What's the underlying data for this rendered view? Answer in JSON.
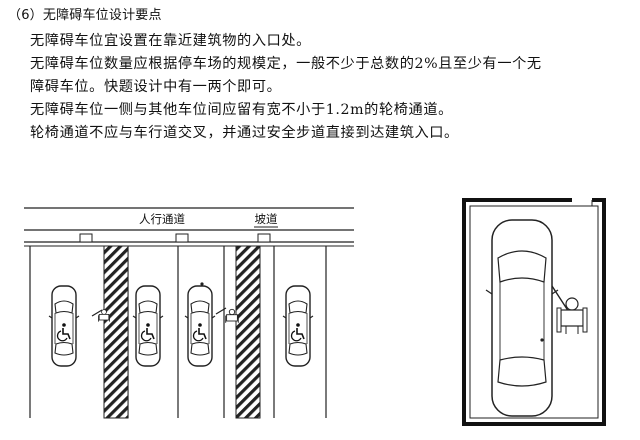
{
  "heading": "（6）无障碍车位设计要点",
  "body_lines": [
    "无障碍车位宜设置在靠近建筑物的入口处。",
    "无障碍车位数量应根据停车场的规模定，一般不少于总数的2%且至少有一个无",
    "障碍车位。快题设计中有一两个即可。",
    "无障碍车位一侧与其他车位间应留有宽不小于1.2m的轮椅通道。",
    "轮椅通道不应与车行道交叉，并通过安全步道直接到达建筑入口。"
  ],
  "figure_left": {
    "walkway_label": "人行通道",
    "ramp_label": "坡道",
    "spaces": 4,
    "wheelchair_aisles": 2
  },
  "figure_right": {
    "spaces": 1
  },
  "icons": [
    "wheelchair-symbol-icon",
    "car-topview-icon",
    "wheelchair-user-icon"
  ]
}
